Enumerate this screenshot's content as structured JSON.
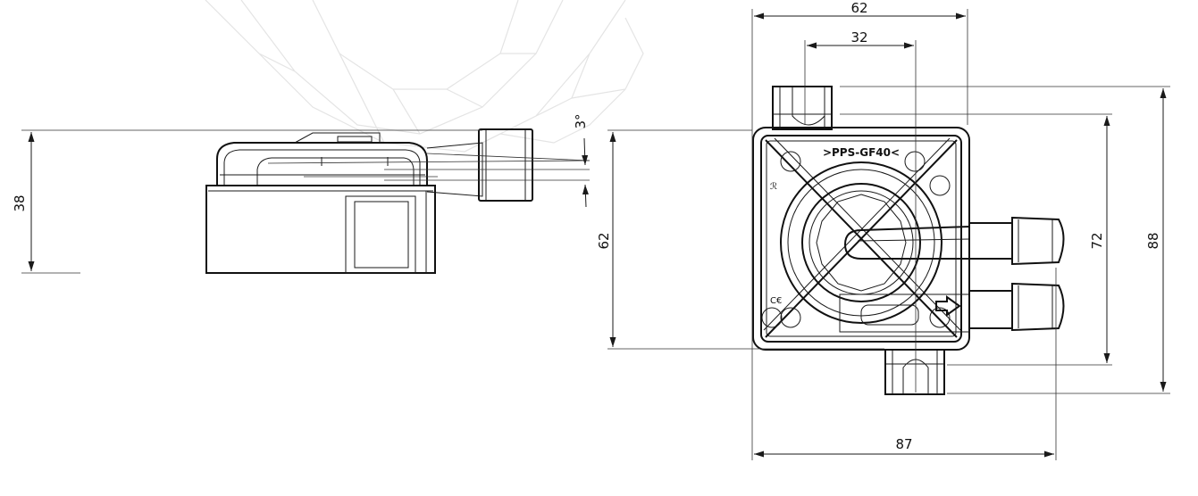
{
  "drawing": {
    "dimensions": {
      "top_width": "62",
      "inner_width": "32",
      "side_height": "38",
      "angle": "3°",
      "front_height": "62",
      "height_72": "72",
      "height_88": "88",
      "total_width": "87"
    },
    "marking": {
      "material": ">PPS-GF40<",
      "ce_mark": "C€",
      "ul_mark": "ℛ"
    },
    "colors": {
      "line": "#1a1a1a",
      "watermark": "#e4e4e4",
      "background": "#ffffff"
    }
  }
}
